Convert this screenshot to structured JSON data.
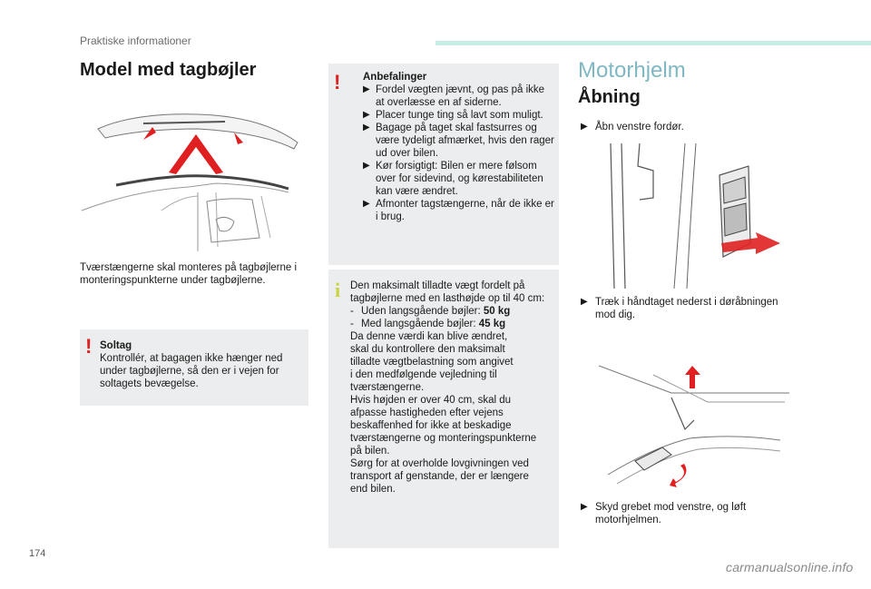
{
  "header": {
    "section": "Praktiske informationer"
  },
  "page_number": "174",
  "watermark": "carmanualsonline.info",
  "left": {
    "title": "Model med tagbøjler",
    "para": "Tværstængerne skal monteres på tagbøjlerne i monteringspunkterne under tagbøjlerne.",
    "soltag": {
      "title": "Soltag",
      "text": "Kontrollér, at bagagen ikke hænger ned under tagbøjlerne, så den er i vejen for soltagets bevægelse."
    }
  },
  "middle": {
    "anbef": {
      "title": "Anbefalinger",
      "items": [
        "Fordel vægten jævnt, og pas på ikke at overlæsse en af siderne.",
        "Placer tunge ting så lavt som muligt.",
        "Bagage på taget skal fastsurres og være tydeligt afmærket, hvis den rager ud over bilen.",
        "Kør forsigtigt: Bilen er mere følsom over for sidevind, og kørestabiliteten kan være ændret.",
        "Afmonter tagstængerne, når de ikke er i brug."
      ]
    },
    "info": {
      "intro": "Den maksimalt tilladte vægt fordelt på tagbøjlerne med en lasthøjde op til 40 cm:",
      "line1": "Uden langsgående bøjler: ",
      "line1_val": "50 kg",
      "line2": "Med langsgående bøjler: ",
      "line2_val": "45 kg",
      "rest": [
        "Da denne værdi kan blive ændret,",
        "skal du kontrollere den maksimalt",
        "tilladte vægtbelastning som angivet",
        "i den medfølgende vejledning til",
        "tværstængerne.",
        "Hvis højden er over 40 cm, skal du",
        "afpasse hastigheden efter vejens",
        "beskaffenhed for ikke at beskadige",
        "tværstængerne og monteringspunkterne",
        "på bilen.",
        "Sørg for at overholde lovgivningen ved",
        "transport af genstande, der er længere",
        "end bilen."
      ]
    }
  },
  "right": {
    "title": "Motorhjelm",
    "subtitle": "Åbning",
    "step1": "Åbn venstre fordør.",
    "step2": "Træk i håndtaget nederst i døråbningen mod dig.",
    "step3": "Skyd grebet mod venstre, og løft motorhjelmen."
  },
  "colors": {
    "accent_teal": "#7fb8c2",
    "header_bar": "#c8ece6",
    "warning_red": "#e02020",
    "info_yellow": "#c8d43a",
    "box_gray": "#ebedee"
  },
  "icons": {
    "bullet": "▶",
    "warning": "!",
    "info": "i"
  }
}
